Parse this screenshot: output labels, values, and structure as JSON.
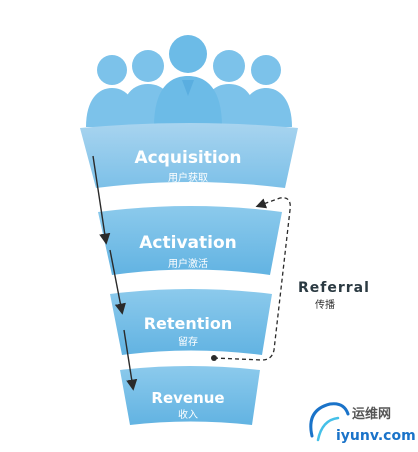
{
  "colors": {
    "funnel_light": "#a8d4ef",
    "funnel_mid": "#7cc0e8",
    "funnel_dark": "#5aaee0",
    "people": "#7cc2ea",
    "people_dark": "#5fb0de",
    "arrow": "#2a2a2a",
    "referral_text": "#2b3a42",
    "watermark_blue": "#1a73c9"
  },
  "stages": [
    {
      "title": "Acquisition",
      "subtitle": "用户获取"
    },
    {
      "title": "Activation",
      "subtitle": "用户激活"
    },
    {
      "title": "Retention",
      "subtitle": "留存"
    },
    {
      "title": "Revenue",
      "subtitle": "收入"
    }
  ],
  "referral": {
    "title": "Referral",
    "subtitle": "传播"
  },
  "watermark": {
    "cn": "运维网",
    "en": "iyunv.com"
  },
  "icons": {
    "people": "people-silhouette-icon",
    "logo": "iyunv-logo-icon"
  }
}
